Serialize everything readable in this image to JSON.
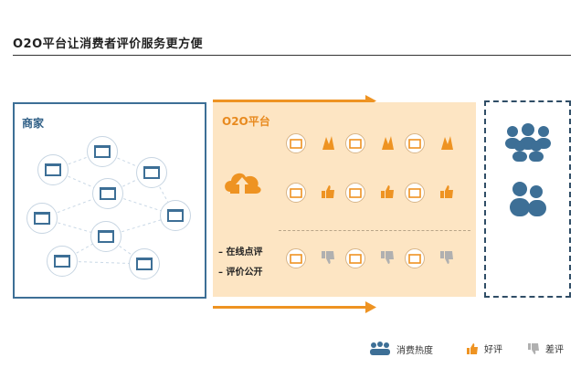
{
  "title": "O2O平台让消费者评价服务更方便",
  "merchant_label": "商家",
  "platform_label": "O2O平台",
  "features": [
    "– 在线点评",
    "– 评价公开"
  ],
  "legend": {
    "heat": "消费热度",
    "good": "好评",
    "bad": "差评"
  },
  "colors": {
    "merchant_border": "#3d6f96",
    "platform_bg": "#fde5c3",
    "accent_orange": "#ee9322",
    "consumer_blue": "#3d6f96",
    "bad_gray": "#b0b0b0"
  },
  "platform_rows": [
    {
      "type": "heat"
    },
    {
      "type": "good"
    },
    {
      "type": "bad"
    }
  ]
}
